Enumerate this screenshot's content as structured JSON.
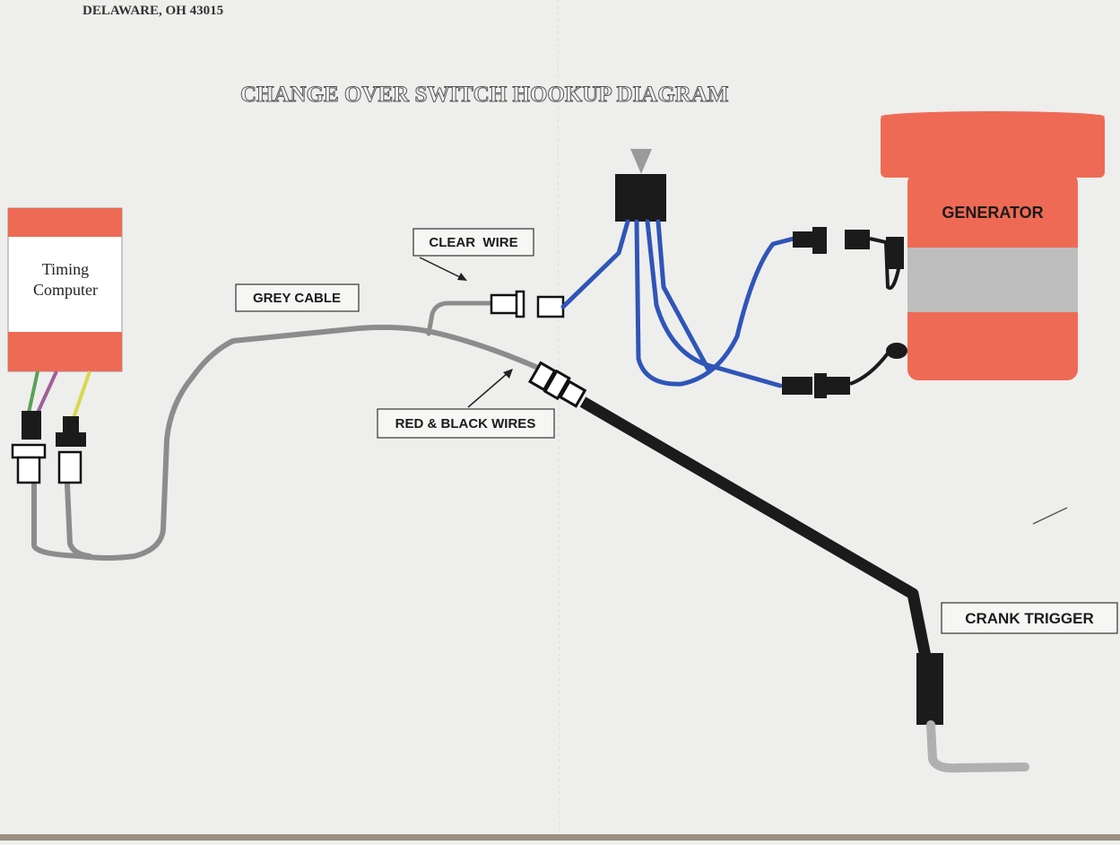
{
  "header": {
    "address": "DELAWARE, OH 43015",
    "title": "CHANGE OVER SWITCH HOOKUP DIAGRAM"
  },
  "components": {
    "timing_computer": {
      "label_line1": "Timing",
      "label_line2": "Computer"
    },
    "generator": {
      "label": "GENERATOR"
    }
  },
  "labels": {
    "clear_wire": "CLEAR  WIRE",
    "grey_cable": "GREY CABLE",
    "red_black_wires": "RED & BLACK WIRES",
    "crank_trigger": "CRANK TRIGGER"
  },
  "colors": {
    "paper": "#eeeeec",
    "salmon": "#ef6a55",
    "grey_band": "#bdbdbd",
    "grey_cable": "#8c8c8c",
    "blue_wire": "#2f55b8",
    "black": "#1b1b1b",
    "wire_green": "#5aa05a",
    "wire_purple": "#a0609a",
    "wire_yellow": "#d8d84a"
  }
}
